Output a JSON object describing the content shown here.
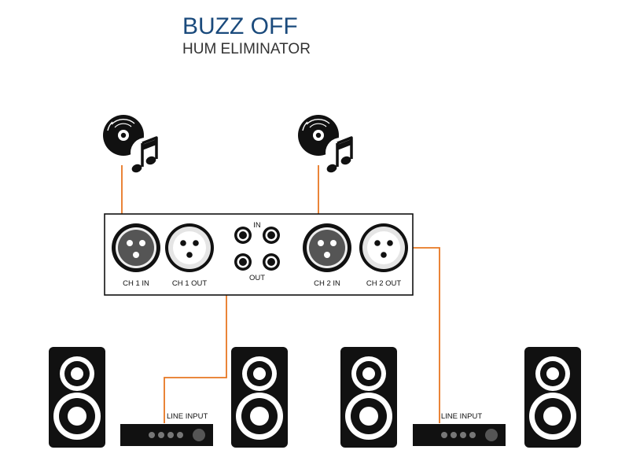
{
  "header": {
    "title": "BUZZ OFF",
    "subtitle": "HUM ELIMINATOR"
  },
  "device": {
    "ports": [
      {
        "id": "ch1-in",
        "label": "CH 1 IN",
        "type": "xlr-male"
      },
      {
        "id": "ch1-out",
        "label": "CH 1 OUT",
        "type": "xlr-female"
      },
      {
        "id": "ch2-in",
        "label": "CH 2 IN",
        "type": "xlr-male"
      },
      {
        "id": "ch2-out",
        "label": "CH 2 OUT",
        "type": "xlr-female"
      }
    ],
    "rca_in_label": "IN",
    "rca_out_label": "OUT"
  },
  "amplifiers": [
    {
      "label": "LINE INPUT"
    },
    {
      "label": "LINE INPUT"
    }
  ],
  "colors": {
    "cable": "#e87722",
    "title": "#1a4a7c"
  },
  "icons": [
    "cd-music-source-icon",
    "cd-music-source-icon",
    "speaker-icon",
    "speaker-icon",
    "speaker-icon",
    "speaker-icon",
    "amplifier-icon",
    "amplifier-icon"
  ]
}
